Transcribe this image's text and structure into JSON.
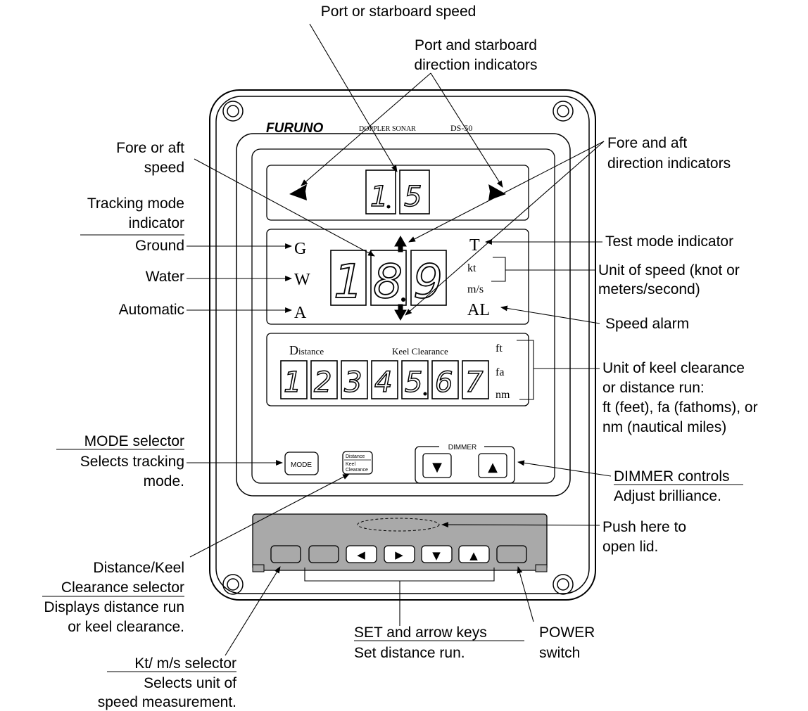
{
  "device": {
    "brand": "FURUNO",
    "model_type": "DOPPLER SONAR",
    "model": "DS-50",
    "lateral_speed": [
      "1",
      "5"
    ],
    "fore_aft_speed": [
      "1",
      "8",
      "9"
    ],
    "distance_digits": [
      "1",
      "2",
      "3",
      "4",
      "5",
      "6",
      "7"
    ],
    "mode_letters": [
      "G",
      "W",
      "A"
    ],
    "test_indicator": "T",
    "alarm_indicator": "AL",
    "speed_units": [
      "kt",
      "m/s"
    ],
    "distance_units": [
      "ft",
      "fa",
      "nm"
    ],
    "distance_label_initial": "D",
    "distance_label_rest": "istance",
    "keel_label": "Keel Clearance",
    "mode_button": "MODE",
    "dk_button": [
      "Distance",
      "Keel",
      "Clearance"
    ],
    "dimmer_label": "DIMMER",
    "down_arrow": "▼",
    "up_arrow": "▲",
    "left_arrow": "◀",
    "right_arrow": "▶"
  },
  "callouts": {
    "port_speed": "Port or starboard speed",
    "port_dir": [
      "Port and starboard",
      "direction indicators"
    ],
    "fore_speed": [
      "Fore or aft",
      "speed"
    ],
    "fore_dir": [
      "Fore and aft",
      "direction indicators"
    ],
    "tracking": [
      "Tracking mode",
      "indicator"
    ],
    "ground": "Ground",
    "water": "Water",
    "automatic": "Automatic",
    "test_mode": "Test mode indicator",
    "speed_unit": [
      "Unit of speed (knot or",
      "meters/second)"
    ],
    "speed_alarm": "Speed alarm",
    "keel_unit": [
      "Unit of keel clearance",
      "or distance run:",
      "ft (feet), fa (fathoms), or",
      "nm (nautical miles)"
    ],
    "mode_selector": [
      "MODE selector",
      "Selects tracking",
      "mode."
    ],
    "dimmer": [
      "DIMMER controls",
      "Adjust brilliance."
    ],
    "push_here": [
      "Push here to",
      "open lid."
    ],
    "dk_selector": [
      "Distance/Keel",
      "Clearance selector",
      "Displays distance run",
      "or keel clearance."
    ],
    "set_keys": [
      "SET and arrow keys",
      "Set distance run."
    ],
    "power": [
      "POWER",
      "switch"
    ],
    "kt_selector": [
      "Kt/ m/s selector",
      "Selects unit of",
      "speed measurement."
    ]
  }
}
